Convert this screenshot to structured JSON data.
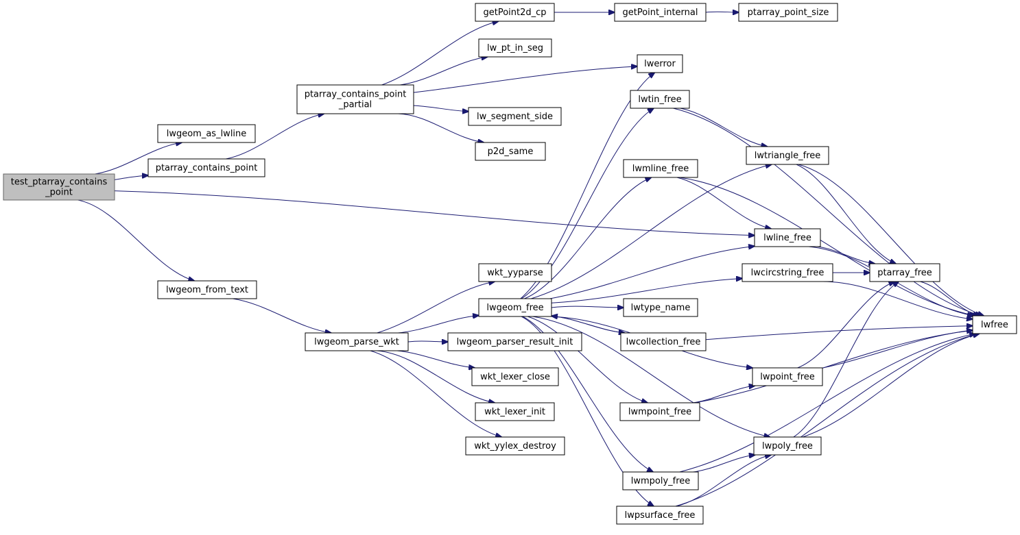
{
  "diagram": {
    "edge_color": "#191970",
    "root_fill": "#bfbfbf",
    "nodes": [
      {
        "id": "test_ptarray_contains_point",
        "lines": [
          "test_ptarray_contains",
          "_point"
        ]
      },
      {
        "id": "lwgeom_as_lwline",
        "lines": [
          "lwgeom_as_lwline"
        ]
      },
      {
        "id": "ptarray_contains_point",
        "lines": [
          "ptarray_contains_point"
        ]
      },
      {
        "id": "lwgeom_from_text",
        "lines": [
          "lwgeom_from_text"
        ]
      },
      {
        "id": "ptarray_contains_point_partial",
        "lines": [
          "ptarray_contains_point",
          "_partial"
        ]
      },
      {
        "id": "lwgeom_parse_wkt",
        "lines": [
          "lwgeom_parse_wkt"
        ]
      },
      {
        "id": "getPoint2d_cp",
        "lines": [
          "getPoint2d_cp"
        ]
      },
      {
        "id": "lw_pt_in_seg",
        "lines": [
          "lw_pt_in_seg"
        ]
      },
      {
        "id": "lw_segment_side",
        "lines": [
          "lw_segment_side"
        ]
      },
      {
        "id": "p2d_same",
        "lines": [
          "p2d_same"
        ]
      },
      {
        "id": "wkt_yyparse",
        "lines": [
          "wkt_yyparse"
        ]
      },
      {
        "id": "lwgeom_free",
        "lines": [
          "lwgeom_free"
        ]
      },
      {
        "id": "lwgeom_parser_result_init",
        "lines": [
          "lwgeom_parser_result_init"
        ]
      },
      {
        "id": "wkt_lexer_close",
        "lines": [
          "wkt_lexer_close"
        ]
      },
      {
        "id": "wkt_lexer_init",
        "lines": [
          "wkt_lexer_init"
        ]
      },
      {
        "id": "wkt_yylex_destroy",
        "lines": [
          "wkt_yylex_destroy"
        ]
      },
      {
        "id": "getPoint_internal",
        "lines": [
          "getPoint_internal"
        ]
      },
      {
        "id": "ptarray_point_size",
        "lines": [
          "ptarray_point_size"
        ]
      },
      {
        "id": "lwerror",
        "lines": [
          "lwerror"
        ]
      },
      {
        "id": "lwtin_free",
        "lines": [
          "lwtin_free"
        ]
      },
      {
        "id": "lwmline_free",
        "lines": [
          "lwmline_free"
        ]
      },
      {
        "id": "lwtype_name",
        "lines": [
          "lwtype_name"
        ]
      },
      {
        "id": "lwcollection_free",
        "lines": [
          "lwcollection_free"
        ]
      },
      {
        "id": "lwmpoint_free",
        "lines": [
          "lwmpoint_free"
        ]
      },
      {
        "id": "lwmpoly_free",
        "lines": [
          "lwmpoly_free"
        ]
      },
      {
        "id": "lwpsurface_free",
        "lines": [
          "lwpsurface_free"
        ]
      },
      {
        "id": "lwtriangle_free",
        "lines": [
          "lwtriangle_free"
        ]
      },
      {
        "id": "lwline_free",
        "lines": [
          "lwline_free"
        ]
      },
      {
        "id": "lwcircstring_free",
        "lines": [
          "lwcircstring_free"
        ]
      },
      {
        "id": "lwpoint_free",
        "lines": [
          "lwpoint_free"
        ]
      },
      {
        "id": "lwpoly_free",
        "lines": [
          "lwpoly_free"
        ]
      },
      {
        "id": "ptarray_free",
        "lines": [
          "ptarray_free"
        ]
      },
      {
        "id": "lwfree",
        "lines": [
          "lwfree"
        ]
      }
    ],
    "edges": [
      [
        "test_ptarray_contains_point",
        "lwgeom_as_lwline"
      ],
      [
        "test_ptarray_contains_point",
        "ptarray_contains_point"
      ],
      [
        "test_ptarray_contains_point",
        "lwline_free"
      ],
      [
        "test_ptarray_contains_point",
        "lwgeom_from_text"
      ],
      [
        "ptarray_contains_point",
        "ptarray_contains_point_partial"
      ],
      [
        "ptarray_contains_point_partial",
        "getPoint2d_cp"
      ],
      [
        "ptarray_contains_point_partial",
        "lw_pt_in_seg"
      ],
      [
        "ptarray_contains_point_partial",
        "lwerror"
      ],
      [
        "ptarray_contains_point_partial",
        "lw_segment_side"
      ],
      [
        "ptarray_contains_point_partial",
        "p2d_same"
      ],
      [
        "getPoint2d_cp",
        "getPoint_internal"
      ],
      [
        "getPoint_internal",
        "ptarray_point_size"
      ],
      [
        "lwgeom_from_text",
        "lwgeom_parse_wkt"
      ],
      [
        "lwgeom_parse_wkt",
        "wkt_yyparse"
      ],
      [
        "lwgeom_parse_wkt",
        "lwgeom_free"
      ],
      [
        "lwgeom_parse_wkt",
        "lwgeom_parser_result_init"
      ],
      [
        "lwgeom_parse_wkt",
        "wkt_lexer_close"
      ],
      [
        "lwgeom_parse_wkt",
        "wkt_lexer_init"
      ],
      [
        "lwgeom_parse_wkt",
        "wkt_yylex_destroy"
      ],
      [
        "lwgeom_free",
        "lwerror"
      ],
      [
        "lwgeom_free",
        "lwtin_free"
      ],
      [
        "lwgeom_free",
        "lwtriangle_free"
      ],
      [
        "lwgeom_free",
        "lwmline_free"
      ],
      [
        "lwgeom_free",
        "lwline_free"
      ],
      [
        "lwgeom_free",
        "lwcircstring_free"
      ],
      [
        "lwgeom_free",
        "lwtype_name"
      ],
      [
        "lwgeom_free",
        "lwcollection_free"
      ],
      [
        "lwgeom_free",
        "lwpoint_free"
      ],
      [
        "lwgeom_free",
        "lwmpoint_free"
      ],
      [
        "lwgeom_free",
        "lwpoly_free"
      ],
      [
        "lwgeom_free",
        "lwmpoly_free"
      ],
      [
        "lwgeom_free",
        "lwpsurface_free"
      ],
      [
        "lwcollection_free",
        "lwgeom_free"
      ],
      [
        "lwcollection_free",
        "lwfree"
      ],
      [
        "lwtin_free",
        "lwtriangle_free"
      ],
      [
        "lwtin_free",
        "lwfree"
      ],
      [
        "lwtriangle_free",
        "ptarray_free"
      ],
      [
        "lwtriangle_free",
        "lwfree"
      ],
      [
        "lwmline_free",
        "lwline_free"
      ],
      [
        "lwmline_free",
        "lwfree"
      ],
      [
        "lwline_free",
        "ptarray_free"
      ],
      [
        "lwline_free",
        "lwfree"
      ],
      [
        "lwcircstring_free",
        "ptarray_free"
      ],
      [
        "lwcircstring_free",
        "lwfree"
      ],
      [
        "lwpoint_free",
        "ptarray_free"
      ],
      [
        "lwpoint_free",
        "lwfree"
      ],
      [
        "lwmpoint_free",
        "lwpoint_free"
      ],
      [
        "lwmpoint_free",
        "lwfree"
      ],
      [
        "lwpoly_free",
        "ptarray_free"
      ],
      [
        "lwpoly_free",
        "lwfree"
      ],
      [
        "lwmpoly_free",
        "lwpoly_free"
      ],
      [
        "lwmpoly_free",
        "lwfree"
      ],
      [
        "lwpsurface_free",
        "lwpoly_free"
      ],
      [
        "lwpsurface_free",
        "lwfree"
      ],
      [
        "ptarray_free",
        "lwfree"
      ]
    ]
  }
}
